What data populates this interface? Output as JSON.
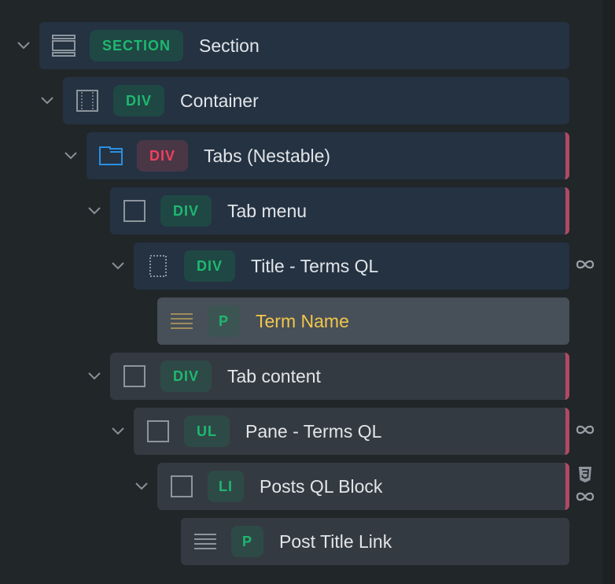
{
  "colors": {
    "background": "#212629",
    "row_blue": "#243242",
    "row_gray": "#343a42",
    "row_active": "#474f58",
    "tag_green_text": "#1eb870",
    "tag_red_text": "#f0405e",
    "marker": "#b04a63",
    "highlight_text": "#f3c64b"
  },
  "tree": {
    "rows": [
      {
        "tag": "SECTION",
        "label": "Section",
        "icon": "section-icon",
        "depth": 0,
        "expanded": true,
        "marked": false,
        "gutter": []
      },
      {
        "tag": "DIV",
        "label": "Container",
        "icon": "container-icon",
        "depth": 1,
        "expanded": true,
        "marked": false,
        "gutter": []
      },
      {
        "tag": "DIV",
        "label": "Tabs (Nestable)",
        "icon": "folder-icon",
        "depth": 2,
        "expanded": true,
        "marked": true,
        "gutter": []
      },
      {
        "tag": "DIV",
        "label": "Tab menu",
        "icon": "block-icon",
        "depth": 3,
        "expanded": true,
        "marked": true,
        "gutter": []
      },
      {
        "tag": "DIV",
        "label": "Title - Terms QL",
        "icon": "div-dotted-icon",
        "depth": 4,
        "expanded": true,
        "marked": false,
        "gutter": [
          "infinity-loop-icon"
        ]
      },
      {
        "tag": "P",
        "label": "Term Name",
        "icon": "text-icon",
        "depth": 5,
        "expanded": null,
        "marked": false,
        "active": true,
        "gutter": []
      },
      {
        "tag": "DIV",
        "label": "Tab content",
        "icon": "block-icon",
        "depth": 3,
        "expanded": true,
        "marked": true,
        "gutter": []
      },
      {
        "tag": "UL",
        "label": "Pane - Terms QL",
        "icon": "block-icon",
        "depth": 4,
        "expanded": true,
        "marked": true,
        "gutter": [
          "infinity-loop-icon"
        ]
      },
      {
        "tag": "LI",
        "label": "Posts QL Block",
        "icon": "block-icon",
        "depth": 5,
        "expanded": true,
        "marked": true,
        "gutter": [
          "css3-icon",
          "infinity-loop-icon"
        ]
      },
      {
        "tag": "P",
        "label": "Post Title Link",
        "icon": "text-icon",
        "depth": 6,
        "expanded": null,
        "marked": false,
        "gutter": []
      }
    ]
  }
}
